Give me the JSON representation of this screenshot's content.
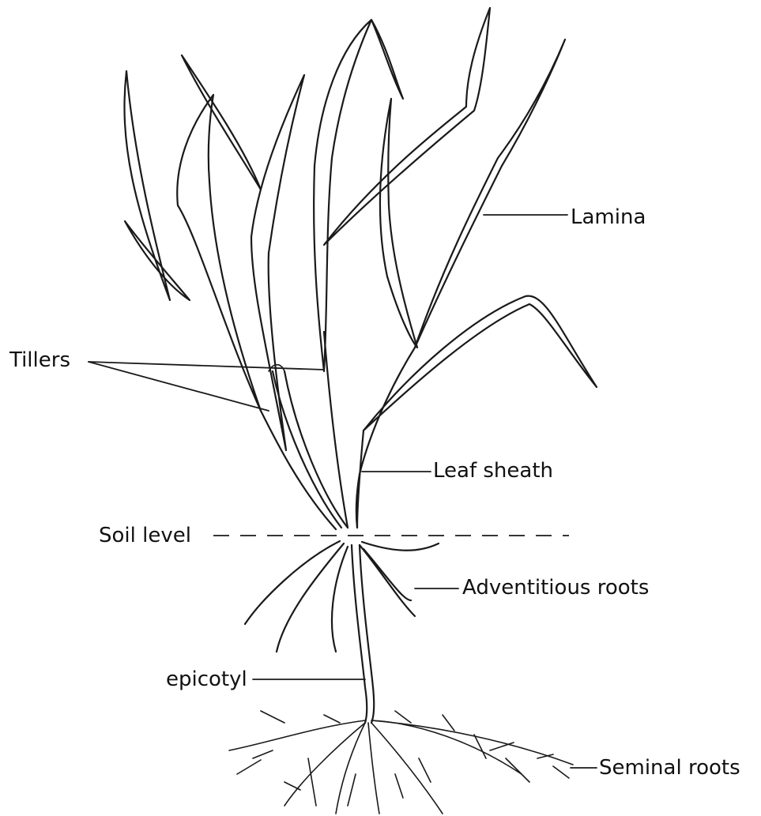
{
  "diagram": {
    "labels": {
      "lamina": "Lamina",
      "tillers": "Tillers",
      "leaf_sheath": "Leaf sheath",
      "soil_level": "Soil level",
      "adventitious_roots": "Adventitious roots",
      "epicotyl": "epicotyl",
      "seminal_roots": "Seminal roots"
    },
    "colors": {
      "ink": "#1a1a1a",
      "background": "#ffffff"
    }
  }
}
